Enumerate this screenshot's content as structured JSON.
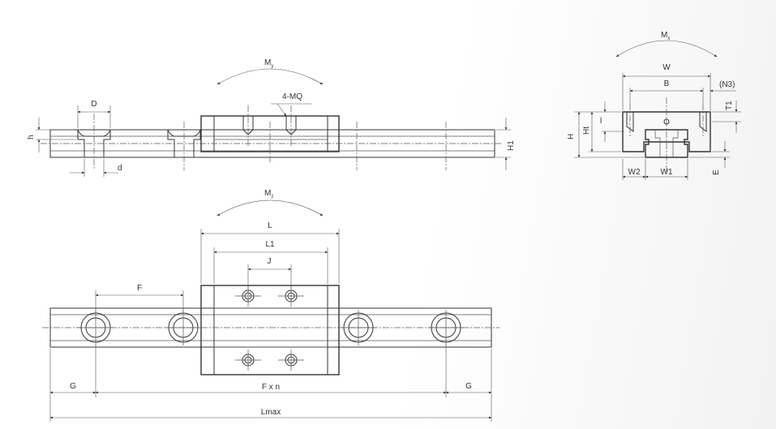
{
  "labels": {
    "my": "M",
    "my_sub": "y",
    "mx": "M",
    "mx_sub": "x",
    "mz": "M",
    "mz_sub": "z",
    "d_upper": "D",
    "d_lower": "d",
    "h_small": "h",
    "h1": "H1",
    "four_mq": "4-MQ",
    "w": "W",
    "b": "B",
    "n3": "(N3)",
    "t1": "T1",
    "h_big": "H",
    "ht": "Ht",
    "l_small": "l",
    "w2": "W2",
    "w1": "W1",
    "e": "E",
    "l": "L",
    "l1": "L1",
    "j": "J",
    "f": "F",
    "g_left": "G",
    "fxn": "F x n",
    "g_right": "G",
    "lmax": "Lmax"
  }
}
